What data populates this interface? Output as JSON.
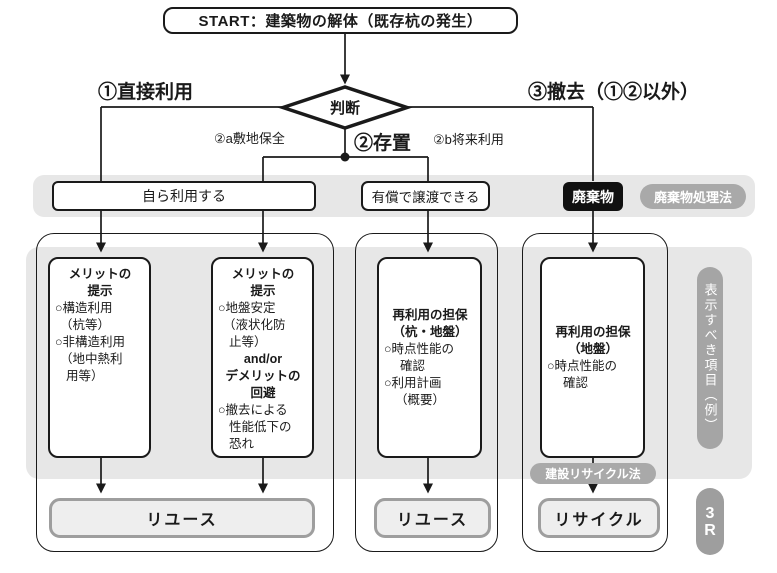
{
  "start": {
    "label": "START：建築物の解体（既存杭の発生）"
  },
  "decision": {
    "label": "判断"
  },
  "branches": {
    "direct_use": "①直接利用",
    "preservation_site": "②a敷地保全",
    "preservation": "②存置",
    "preservation_future": "②b将来利用",
    "removal": "③撤去（①②以外）"
  },
  "band_row": {
    "self_use": "自ら利用する",
    "transfer_for_value": "有償で譲渡できる",
    "waste": "廃棄物",
    "waste_law_badge": "廃棄物処理法"
  },
  "detail_boxes": {
    "box1": {
      "lines": [
        "メリットの",
        "提示",
        "○構造利用",
        "（杭等）",
        "○非構造利用",
        "（地中熱利",
        "用等）"
      ]
    },
    "box2": {
      "lines": [
        "メリットの",
        "提示",
        "○地盤安定",
        "（液状化防",
        "止等）",
        "and/or",
        "デメリットの",
        "回避",
        "○撤去による",
        "性能低下の",
        "恐れ"
      ]
    },
    "box3": {
      "lines": [
        "再利用の担保",
        "（杭・地盤）",
        "○時点性能の",
        "確認",
        "○利用計画",
        "（概要）"
      ]
    },
    "box4": {
      "lines": [
        "再利用の担保",
        "（地盤）",
        "○時点性能の",
        "確認"
      ]
    }
  },
  "side": {
    "display_items_badge": "表示すべき項目（例）",
    "recycle_law_badge": "建設リサイクル法",
    "r3_line1": "3",
    "r3_line2": "R"
  },
  "outcomes": {
    "reuse_left": "リユース",
    "reuse_mid": "リユース",
    "recycle": "リサイクル"
  },
  "colors": {
    "ink": "#1a1a1a",
    "band_gray": "#e7e7e7",
    "badge_gray": "#a9a9a9",
    "waste_black": "#111111",
    "outcome_fill": "#eeeeee",
    "outcome_border": "#9e9e9e"
  }
}
